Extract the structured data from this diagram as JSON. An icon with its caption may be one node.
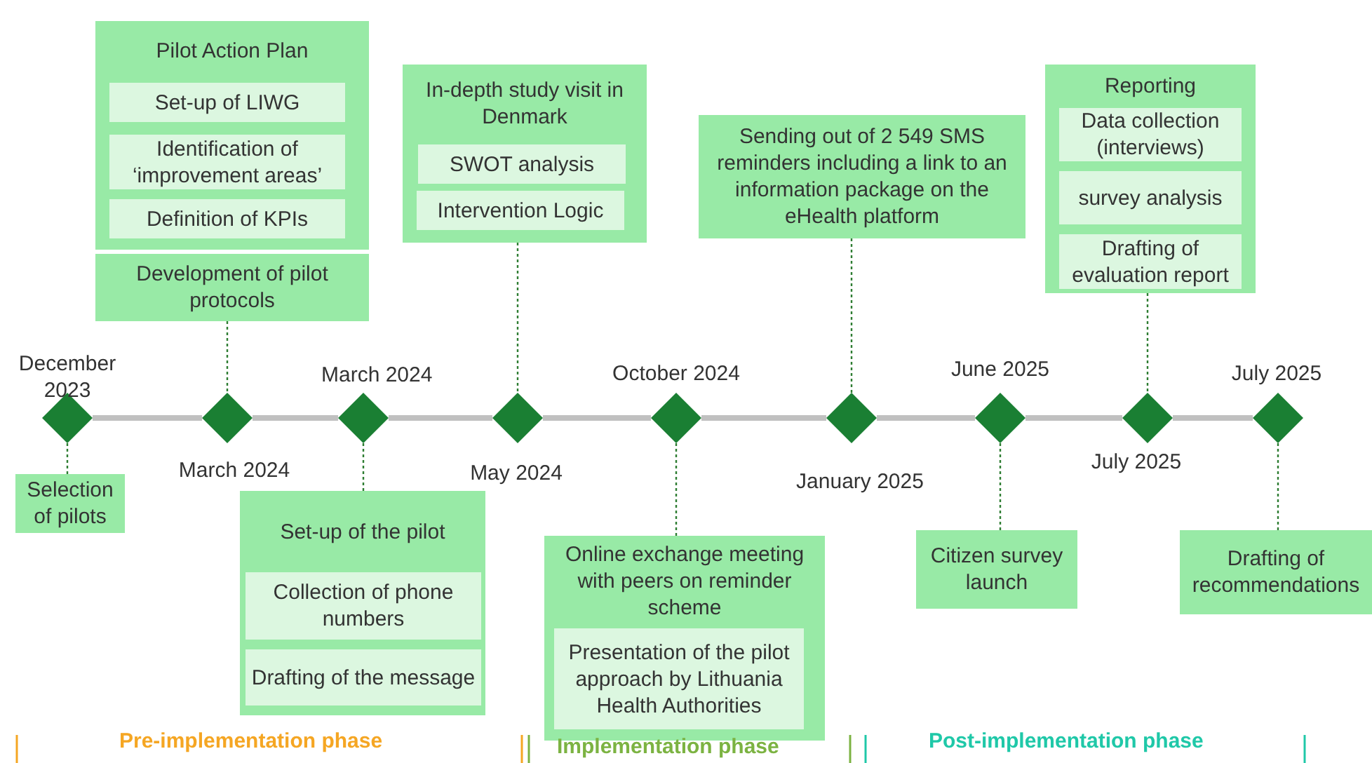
{
  "diagram": {
    "nodes": [
      {
        "text": [],
        "shape": "diamond",
        "beside": [
          "December 2023"
        ]
      },
      {
        "text": [],
        "shape": "diamond",
        "beside": [
          "March 2024"
        ]
      },
      {
        "text": [],
        "shape": "diamond",
        "beside": [
          "March 2024"
        ]
      },
      {
        "text": [],
        "shape": "diamond",
        "beside": [
          "May 2024"
        ]
      },
      {
        "text": [],
        "shape": "diamond",
        "beside": [
          "October 2024"
        ]
      },
      {
        "text": [],
        "shape": "diamond",
        "beside": [
          "January 2025"
        ]
      },
      {
        "text": [],
        "shape": "diamond",
        "beside": [
          "June 2025"
        ]
      },
      {
        "text": [],
        "shape": "diamond",
        "beside": [
          "July 2025"
        ]
      },
      {
        "text": [],
        "shape": "diamond",
        "beside": [
          "July 2025"
        ]
      },
      {
        "text": [
          "Pilot Action Plan"
        ]
      },
      {
        "text": [
          "Set-up of LIWG"
        ],
        "in": 9
      },
      {
        "text": [
          "Identification of ‘improvement areas’"
        ],
        "in": 9
      },
      {
        "text": [
          "Definition of KPIs"
        ],
        "in": 9
      },
      {
        "text": [
          "Development of pilot protocols"
        ]
      },
      {
        "text": [
          "In-depth study visit in Denmark"
        ]
      },
      {
        "text": [
          "SWOT analysis"
        ],
        "in": 14
      },
      {
        "text": [
          "Intervention Logic"
        ],
        "in": 14
      },
      {
        "text": [
          "Sending out of 2 549 SMS reminders including a link to an information package on the eHealth platform"
        ]
      },
      {
        "text": [
          "Reporting"
        ]
      },
      {
        "text": [
          "Data collection (interviews)"
        ],
        "in": 18
      },
      {
        "text": [
          "survey analysis"
        ],
        "in": 18
      },
      {
        "text": [
          "Drafting of evaluation report"
        ],
        "in": 18
      },
      {
        "text": [
          "Selection of pilots"
        ]
      },
      {
        "text": [
          "Set-up of the pilot"
        ]
      },
      {
        "text": [
          "Collection of phone numbers"
        ],
        "in": 23
      },
      {
        "text": [
          "Drafting of the message"
        ],
        "in": 23
      },
      {
        "text": [
          "Online exchange meeting with peers on reminder scheme"
        ]
      },
      {
        "text": [
          "Presentation of the pilot approach by Lithuania Health Authorities"
        ],
        "in": 26
      },
      {
        "text": [
          "Citizen survey launch"
        ]
      },
      {
        "text": [
          "Drafting of recommendations"
        ]
      }
    ],
    "edges": [
      {
        "from": 0,
        "to": 1,
        "arrow": "none",
        "style": "thick",
        "color": "#c0c0c0"
      },
      {
        "from": 1,
        "to": 2,
        "arrow": "none",
        "style": "thick",
        "color": "#c0c0c0"
      },
      {
        "from": 2,
        "to": 3,
        "arrow": "none",
        "style": "thick",
        "color": "#c0c0c0"
      },
      {
        "from": 3,
        "to": 4,
        "arrow": "none",
        "style": "thick",
        "color": "#c0c0c0"
      },
      {
        "from": 4,
        "to": 5,
        "arrow": "none",
        "style": "thick",
        "color": "#c0c0c0"
      },
      {
        "from": 5,
        "to": 6,
        "arrow": "none",
        "style": "thick",
        "color": "#c0c0c0"
      },
      {
        "from": 6,
        "to": 7,
        "arrow": "none",
        "style": "thick",
        "color": "#c0c0c0"
      },
      {
        "from": 7,
        "to": 8,
        "arrow": "none",
        "style": "thick",
        "color": "#c0c0c0"
      },
      {
        "from": 0,
        "to": 22,
        "arrow": "none",
        "style": "dashed"
      },
      {
        "from": 13,
        "to": 1,
        "arrow": "none",
        "style": "dashed"
      },
      {
        "from": 2,
        "to": 23,
        "arrow": "none",
        "style": "dashed"
      },
      {
        "from": 14,
        "to": 3,
        "arrow": "none",
        "style": "dashed"
      },
      {
        "from": 4,
        "to": 26,
        "arrow": "none",
        "style": "dashed"
      },
      {
        "from": 17,
        "to": 5,
        "arrow": "none",
        "style": "dashed"
      },
      {
        "from": 6,
        "to": 28,
        "arrow": "none",
        "style": "dashed"
      },
      {
        "from": 18,
        "to": 7,
        "arrow": "none",
        "style": "dashed"
      },
      {
        "from": 8,
        "to": 29,
        "arrow": "none",
        "style": "dashed"
      }
    ],
    "labels": [
      "Pre-implementation phase",
      "Implementation phase",
      "Post-implementation phase"
    ]
  }
}
